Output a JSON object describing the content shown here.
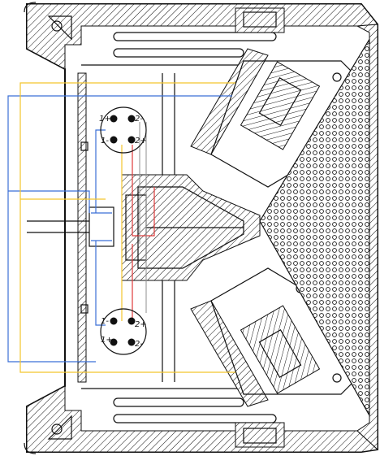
{
  "connectors": {
    "top": {
      "pin_1_plus": "1+",
      "pin_2_minus": "2-",
      "pin_1_minus": "1-",
      "pin_2_plus": "2+"
    },
    "bottom": {
      "pin_1_minus": "1-",
      "pin_2_plus": "2+",
      "pin_1_plus": "1+",
      "pin_2_minus": "2-"
    }
  },
  "colors": {
    "outline": "#111111",
    "wire_blue": "#3b6fd6",
    "wire_yellow": "#f3c52c",
    "wire_red": "#e03b3b",
    "wire_gray": "#8f8f8f"
  }
}
